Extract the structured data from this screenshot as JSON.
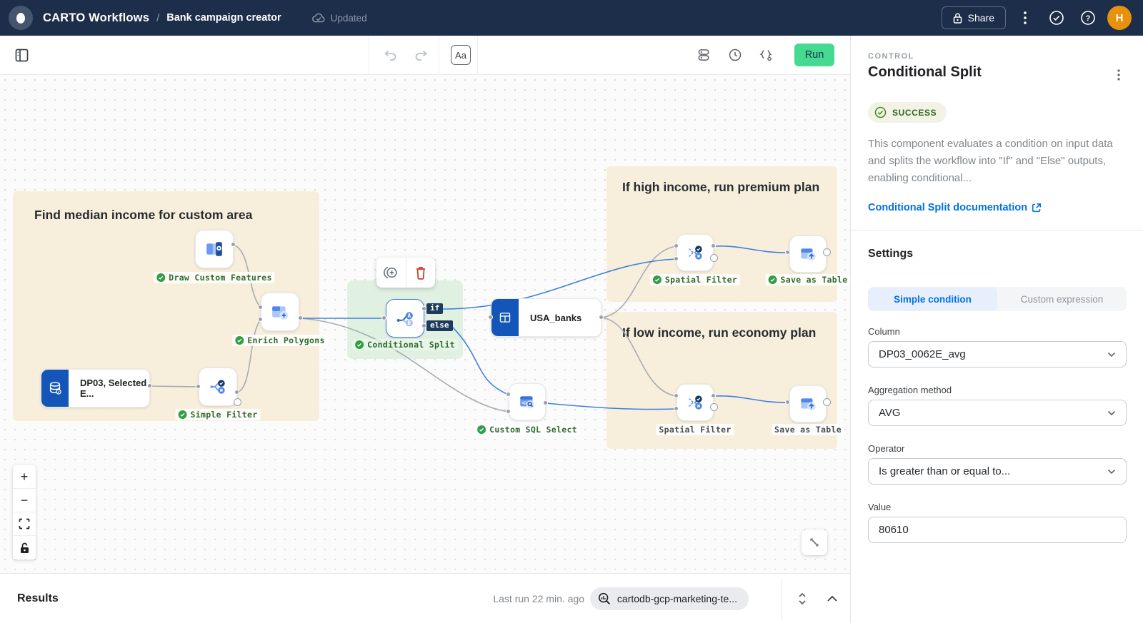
{
  "navbar": {
    "app_title": "CARTO Workflows",
    "breadcrumb_separator": "/",
    "workflow_name": "Bank campaign creator",
    "sync_status": "Updated",
    "share_label": "Share",
    "avatar_initial": "H"
  },
  "toolbar": {
    "annotation_label": "Aa",
    "run_label": "Run"
  },
  "canvas": {
    "groups": [
      {
        "title": "Find median income for custom area"
      },
      {
        "title": "If high income, run premium plan"
      },
      {
        "title": "If low income, run economy plan"
      }
    ],
    "nodes": {
      "draw": {
        "label": "Draw Custom Features"
      },
      "enrich": {
        "label": "Enrich Polygons"
      },
      "source": {
        "label": "DP03, Selected E..."
      },
      "simple_filter": {
        "label": "Simple Filter"
      },
      "conditional_split": {
        "label": "Conditional Split",
        "if_label": "if",
        "else_label": "else"
      },
      "usa_banks": {
        "label": "USA_banks"
      },
      "custom_sql": {
        "label": "Custom SQL Select"
      },
      "spatial_filter_top": {
        "label": "Spatial Filter"
      },
      "save_table_top": {
        "label": "Save as Table"
      },
      "spatial_filter_bottom": {
        "label": "Spatial Filter"
      },
      "save_table_bottom": {
        "label": "Save as Table"
      }
    },
    "zoom_controls": {
      "zoom_in": "+",
      "zoom_out": "−"
    }
  },
  "panel": {
    "category": "CONTROL",
    "title": "Conditional Split",
    "status": "SUCCESS",
    "description": "This component evaluates a condition on input data and splits the workflow into \"If\" and \"Else\" outputs, enabling conditional...",
    "doc_link": "Conditional Split documentation",
    "settings_title": "Settings",
    "tabs": {
      "simple": "Simple condition",
      "custom": "Custom expression"
    },
    "fields": {
      "column_label": "Column",
      "column_value": "DP03_0062E_avg",
      "aggregation_label": "Aggregation method",
      "aggregation_value": "AVG",
      "operator_label": "Operator",
      "operator_value": "Is greater than or equal to...",
      "value_label": "Value",
      "value_value": "80610"
    }
  },
  "bottombar": {
    "results_label": "Results",
    "last_run": "Last run 22 min. ago",
    "connection": "cartodb-gcp-marketing-te..."
  },
  "colors": {
    "navbar_navy": "#1c2e4a",
    "run_green": "#45d991",
    "accent_blue": "#0271e3",
    "edge_blue": "#3f7fe0",
    "edge_gray": "#a7abb0",
    "group_beige": "#f6eed8",
    "selection_green": "#def0e0",
    "success_green": "#33691e",
    "avatar_orange": "#e8910c"
  }
}
